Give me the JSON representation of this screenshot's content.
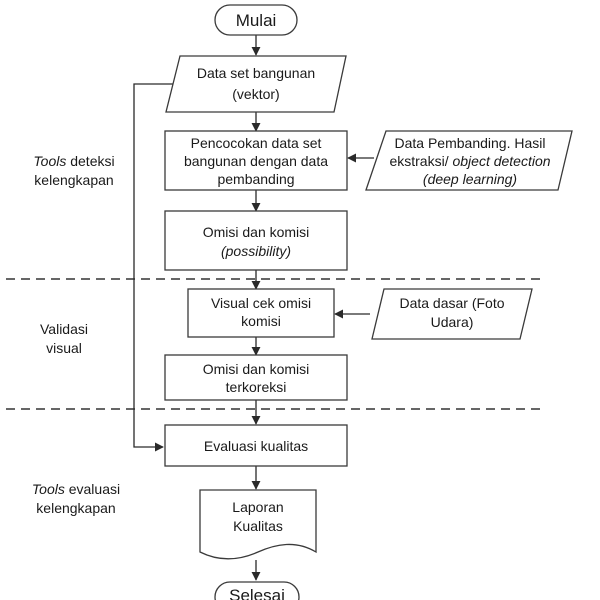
{
  "flowchart": {
    "start": "Mulai",
    "end": "Selesai",
    "dataset": [
      "Data set bangunan",
      "(vektor)"
    ],
    "matching": [
      "Pencocokan data set",
      "bangunan dengan data",
      "pembanding"
    ],
    "comparison": [
      "Data Pembanding. Hasil",
      "ekstraksi/ ",
      "object detection",
      "(deep learning)"
    ],
    "omission": [
      "Omisi dan komisi",
      "(possibility)"
    ],
    "visual_check": [
      "Visual cek omisi",
      "komisi"
    ],
    "base_data": [
      "Data dasar (Foto",
      "Udara)"
    ],
    "corrected": [
      "Omisi dan komisi",
      "terkoreksi"
    ],
    "evaluation": "Evaluasi kualitas",
    "report": [
      "Laporan",
      "Kualitas"
    ]
  },
  "side_labels": {
    "detection": [
      "Tools",
      " deteksi",
      "kelengkapan"
    ],
    "validation": [
      "Validasi",
      "visual"
    ],
    "evaluation": [
      "Tools",
      " evaluasi",
      "kelengkapan"
    ]
  }
}
